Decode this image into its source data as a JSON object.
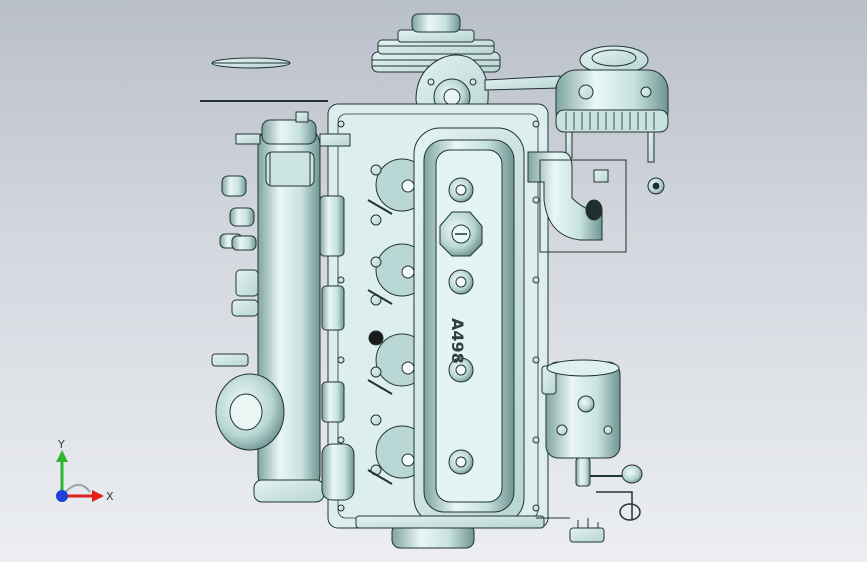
{
  "viewport": {
    "background_top": "#b9bfc9",
    "background_bottom": "#eceef1"
  },
  "model": {
    "engraving_text": "A498",
    "part_color": "#d6ecea",
    "part_shadow": "#8fb5b2",
    "edge_color": "#233333"
  },
  "axis_triad": {
    "x_label": "X",
    "y_label": "Y",
    "x_color": "#e02020",
    "y_color": "#2fb52f",
    "z_color": "#1f3fd8"
  }
}
